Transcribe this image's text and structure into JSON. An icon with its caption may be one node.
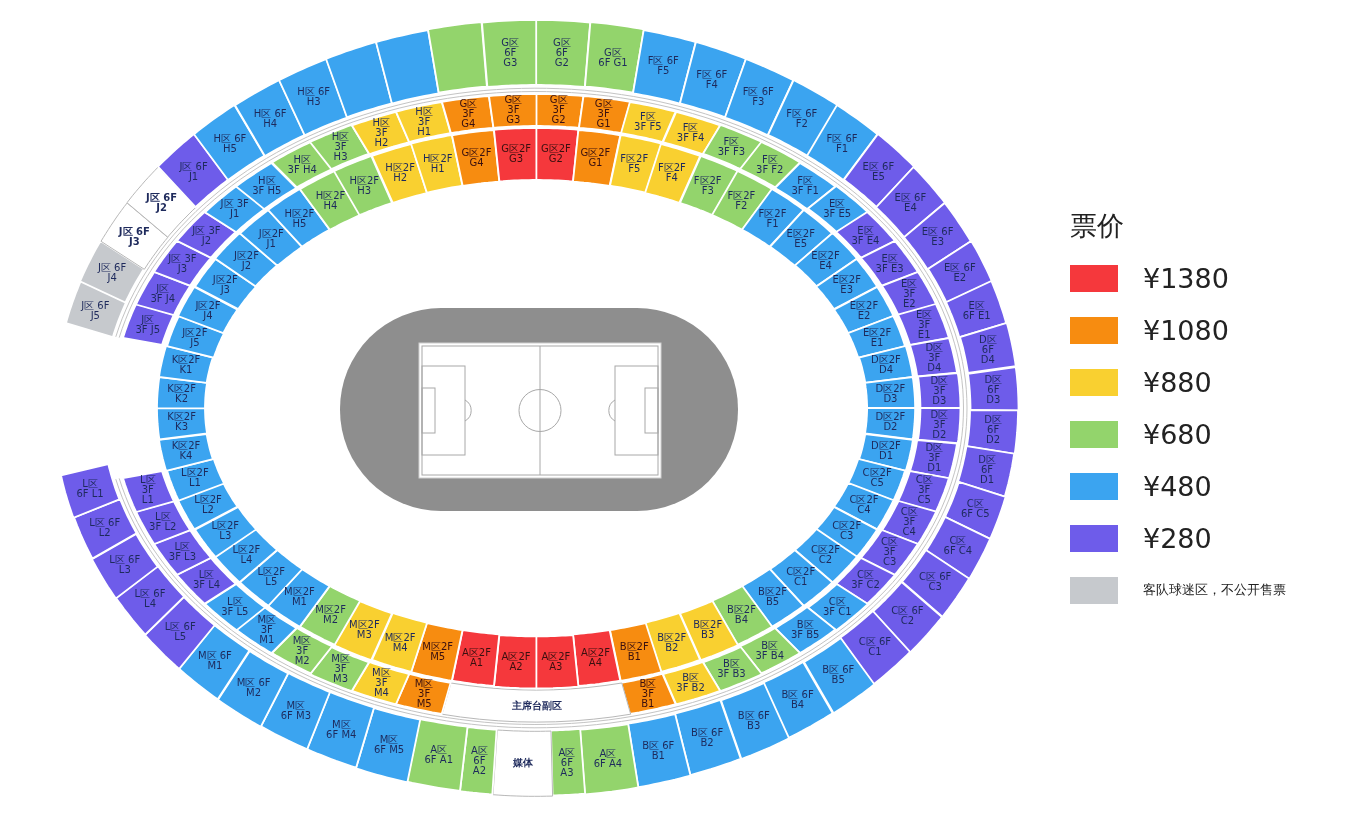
{
  "diagram": {
    "nodes": [
      {
        "text": [
          "G区 6F G2"
        ]
      },
      {
        "text": [
          "G区 6F G1"
        ]
      },
      {
        "text": [
          "F区 6F F5"
        ]
      },
      {
        "text": [
          "F区 6F F4"
        ]
      },
      {
        "text": [
          "F区 6F F3"
        ]
      },
      {
        "text": [
          "F区 6F F2"
        ]
      },
      {
        "text": [
          "F区 6F F1"
        ]
      },
      {
        "text": [
          "E区 6F E5"
        ]
      },
      {
        "text": [
          "E区 6F E4"
        ]
      },
      {
        "text": [
          "E区 6F E3"
        ]
      },
      {
        "text": [
          "E区 6F E2"
        ]
      },
      {
        "text": [
          "E区 6F E1"
        ]
      },
      {
        "text": [
          "D区 6F D4"
        ]
      },
      {
        "text": [
          "D区 6F D3"
        ]
      },
      {
        "text": [
          "D区 6F D2"
        ]
      },
      {
        "text": [
          "D区 6F D1"
        ]
      },
      {
        "text": [
          "C区 6F C5"
        ]
      },
      {
        "text": [
          "C区 6F C4"
        ]
      },
      {
        "text": [
          "C区 6F C3"
        ]
      },
      {
        "text": [
          "C区 6F C2"
        ]
      },
      {
        "text": [
          "C区 6F C1"
        ]
      },
      {
        "text": [
          "B区 6F B5"
        ]
      },
      {
        "text": [
          "B区 6F B4"
        ]
      },
      {
        "text": [
          "B区 6F B3"
        ]
      },
      {
        "text": [
          "B区 6F B2"
        ]
      },
      {
        "text": [
          "B区 6F B1"
        ]
      },
      {
        "text": [
          "A区 6F A4"
        ]
      },
      {
        "text": [
          "A区 6F A3"
        ]
      },
      {
        "text": [
          "媒体"
        ]
      },
      {
        "text": [
          "A区 6F A2"
        ]
      },
      {
        "text": [
          "A区 6F A1"
        ]
      },
      {
        "text": [
          "M区 6F M5"
        ]
      },
      {
        "text": [
          "M区 6F M4"
        ]
      },
      {
        "text": [
          "M区 6F M3"
        ]
      },
      {
        "text": [
          "M区 6F M2"
        ]
      },
      {
        "text": [
          "M区 6F M1"
        ]
      },
      {
        "text": [
          "L区 6F L5"
        ]
      },
      {
        "text": [
          "L区 6F L4"
        ]
      },
      {
        "text": [
          "L区 6F L3"
        ]
      },
      {
        "text": [
          "L区 6F L2"
        ]
      },
      {
        "text": [
          "L区 6F L1"
        ]
      },
      {
        "text": [
          "J区 6F J5"
        ]
      },
      {
        "text": [
          "J区 6F J4"
        ]
      },
      {
        "text": [
          "J区 6F J3"
        ]
      },
      {
        "text": [
          "J区 6F J2"
        ]
      },
      {
        "text": [
          "J区 6F J1"
        ]
      },
      {
        "text": [
          "H区 6F H5"
        ]
      },
      {
        "text": [
          "H区 6F H4"
        ]
      },
      {
        "text": [
          "H区 6F H3"
        ]
      },
      {
        "text": [],
        "shape": "box"
      },
      {
        "text": [],
        "shape": "box"
      },
      {
        "text": [],
        "shape": "box"
      },
      {
        "text": [
          "G区 6F G3"
        ]
      },
      {
        "text": [
          "G区 3F G2"
        ]
      },
      {
        "text": [
          "G区 3F G1"
        ]
      },
      {
        "text": [
          "F区 3F F5"
        ]
      },
      {
        "text": [
          "F区 3F F4"
        ]
      },
      {
        "text": [
          "F区 3F F3"
        ]
      },
      {
        "text": [
          "F区 3F F2"
        ]
      },
      {
        "text": [
          "F区 3F F1"
        ]
      },
      {
        "text": [
          "E区 3F E5"
        ]
      },
      {
        "text": [
          "E区 3F E4"
        ]
      },
      {
        "text": [
          "E区 3F E3"
        ]
      },
      {
        "text": [
          "E区 3F E2"
        ]
      },
      {
        "text": [
          "E区 3F E1"
        ]
      },
      {
        "text": [
          "D区 3F D4"
        ]
      },
      {
        "text": [
          "D区 3F D3"
        ]
      },
      {
        "text": [
          "D区 3F D2"
        ]
      },
      {
        "text": [
          "D区 3F D1"
        ]
      },
      {
        "text": [
          "C区 3F C5"
        ]
      },
      {
        "text": [
          "C区 3F C4"
        ]
      },
      {
        "text": [
          "C区 3F C3"
        ]
      },
      {
        "text": [
          "C区 3F C2"
        ]
      },
      {
        "text": [
          "C区 3F C1"
        ]
      },
      {
        "text": [
          "B区 3F B5"
        ]
      },
      {
        "text": [
          "B区 3F B4"
        ]
      },
      {
        "text": [
          "B区 3F B3"
        ]
      },
      {
        "text": [
          "B区 3F B2"
        ]
      },
      {
        "text": [
          "B区 3F B1"
        ]
      },
      {
        "text": [
          "主席台副区"
        ]
      },
      {
        "text": [
          "M区 3F M5"
        ]
      },
      {
        "text": [
          "M区 3F M4"
        ]
      },
      {
        "text": [
          "M区 3F M3"
        ]
      },
      {
        "text": [
          "M区 3F M2"
        ]
      },
      {
        "text": [
          "M区 3F M1"
        ]
      },
      {
        "text": [
          "L区 3F L5"
        ]
      },
      {
        "text": [
          "L区 3F L4"
        ]
      },
      {
        "text": [
          "L区 3F L3"
        ]
      },
      {
        "text": [
          "L区 3F L2"
        ]
      },
      {
        "text": [
          "L区 3F L1"
        ]
      },
      {
        "text": [
          "J区 3F J5"
        ]
      },
      {
        "text": [
          "J区 3F J4"
        ]
      },
      {
        "text": [
          "J区 3F J3"
        ]
      },
      {
        "text": [
          "J区 3F J2"
        ]
      },
      {
        "text": [
          "J区 3F J1"
        ]
      },
      {
        "text": [
          "H区 3F H5"
        ]
      },
      {
        "text": [
          "H区 3F H4"
        ]
      },
      {
        "text": [
          "H区 3F H3"
        ]
      },
      {
        "text": [
          "H区 3F H2"
        ]
      },
      {
        "text": [
          "H区 3F H1"
        ]
      },
      {
        "text": [
          "G区 3F G4"
        ]
      },
      {
        "text": [
          "G区 3F G3"
        ]
      },
      {
        "text": [
          "G区2F G2"
        ]
      },
      {
        "text": [
          "G区2F G1"
        ]
      },
      {
        "text": [
          "F区2F F5"
        ]
      },
      {
        "text": [
          "F区2F F4"
        ]
      },
      {
        "text": [
          "F区2F F3"
        ]
      },
      {
        "text": [
          "F区2F F2"
        ]
      },
      {
        "text": [
          "F区2F F1"
        ]
      },
      {
        "text": [
          "E区2F E5"
        ]
      },
      {
        "text": [
          "E区2F E4"
        ]
      },
      {
        "text": [
          "E区2F E3"
        ]
      },
      {
        "text": [
          "E区2F E2"
        ]
      },
      {
        "text": [
          "E区2F E1"
        ]
      },
      {
        "text": [
          "D区2F D4"
        ]
      },
      {
        "text": [
          "D区2F D3"
        ]
      },
      {
        "text": [
          "D区2F D2"
        ]
      },
      {
        "text": [
          "D区2F D1"
        ]
      },
      {
        "text": [
          "C区2F C5"
        ]
      },
      {
        "text": [
          "C区2F C4"
        ]
      },
      {
        "text": [
          "C区2F C3"
        ]
      },
      {
        "text": [
          "C区2F C2"
        ]
      },
      {
        "text": [
          "C区2F C1"
        ]
      },
      {
        "text": [
          "B区2F B5"
        ]
      },
      {
        "text": [
          "B区2F B4"
        ]
      },
      {
        "text": [
          "B区2F B3"
        ]
      },
      {
        "text": [
          "B区2F B2"
        ]
      },
      {
        "text": [
          "B区2F B1"
        ]
      },
      {
        "text": [
          "A区2F A4"
        ]
      },
      {
        "text": [
          "A区2F A3"
        ]
      },
      {
        "text": [
          "A区2F A2"
        ]
      },
      {
        "text": [
          "A区2F A1"
        ]
      },
      {
        "text": [
          "M区2F M5"
        ]
      },
      {
        "text": [
          "M区2F M4"
        ]
      },
      {
        "text": [
          "M区2F M3"
        ]
      },
      {
        "text": [
          "M区2F M2"
        ]
      },
      {
        "text": [
          "M区2F M1"
        ]
      },
      {
        "text": [
          "L区2F L5"
        ]
      },
      {
        "text": [
          "L区2F L4"
        ]
      },
      {
        "text": [
          "L区2F L3"
        ]
      },
      {
        "text": [
          "L区2F L2"
        ]
      },
      {
        "text": [
          "L区2F L1"
        ]
      },
      {
        "text": [
          "K区2F K4"
        ]
      },
      {
        "text": [
          "K区2F K3"
        ]
      },
      {
        "text": [
          "K区2F K2"
        ]
      },
      {
        "text": [
          "K区2F K1"
        ]
      },
      {
        "text": [
          "J区2F J5"
        ]
      },
      {
        "text": [
          "J区2F J4"
        ]
      },
      {
        "text": [
          "J区2F J3"
        ]
      },
      {
        "text": [
          "J区2F J2"
        ]
      },
      {
        "text": [
          "J区2F J1"
        ]
      },
      {
        "text": [
          "H区2F H5"
        ]
      },
      {
        "text": [
          "H区2F H4"
        ]
      },
      {
        "text": [
          "H区2F H3"
        ]
      },
      {
        "text": [
          "H区2F H2"
        ]
      },
      {
        "text": [
          "H区2F H1"
        ]
      },
      {
        "text": [
          "G区2F G4"
        ]
      },
      {
        "text": [
          "G区2F G3"
        ]
      }
    ],
    "labels": [
      "票价"
    ],
    "legend": [
      {
        "text": "¥1380",
        "color": "#f5383c"
      },
      {
        "text": "¥1080",
        "color": "#f78c10"
      },
      {
        "text": "¥880",
        "color": "#f9d030"
      },
      {
        "text": "¥680",
        "color": "#93d46c"
      },
      {
        "text": "¥480",
        "color": "#3ba4f0"
      },
      {
        "text": "¥280",
        "color": "#6e5cea"
      },
      {
        "text": "客队球迷区，不公开售票",
        "color": "#c6c9cd"
      }
    ]
  }
}
